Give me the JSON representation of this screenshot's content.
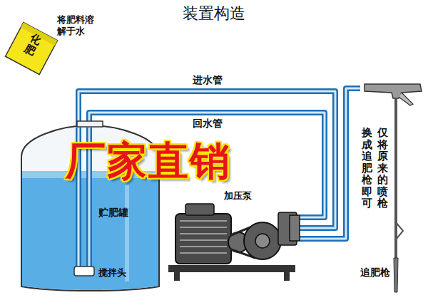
{
  "diagram": {
    "title": "装置构造",
    "nodes": [
      {
        "text": [
          "化肥"
        ]
      },
      {
        "text": [
          "贮肥罐",
          "搅拌头"
        ]
      },
      {
        "text": [
          "加压泵"
        ]
      },
      {
        "text": [
          "追肥枪"
        ]
      }
    ],
    "edges": [
      {
        "from": 1,
        "to": 2,
        "arrow": "none",
        "label": "进水管"
      },
      {
        "from": 2,
        "to": 1,
        "arrow": "none",
        "label": "回水管"
      },
      {
        "from": 2,
        "to": 3,
        "arrow": "none"
      }
    ],
    "labels": [
      "将肥料溶解于水",
      "厂家直销",
      "仅将原来的喷枪",
      "换成追肥枪即可"
    ]
  }
}
